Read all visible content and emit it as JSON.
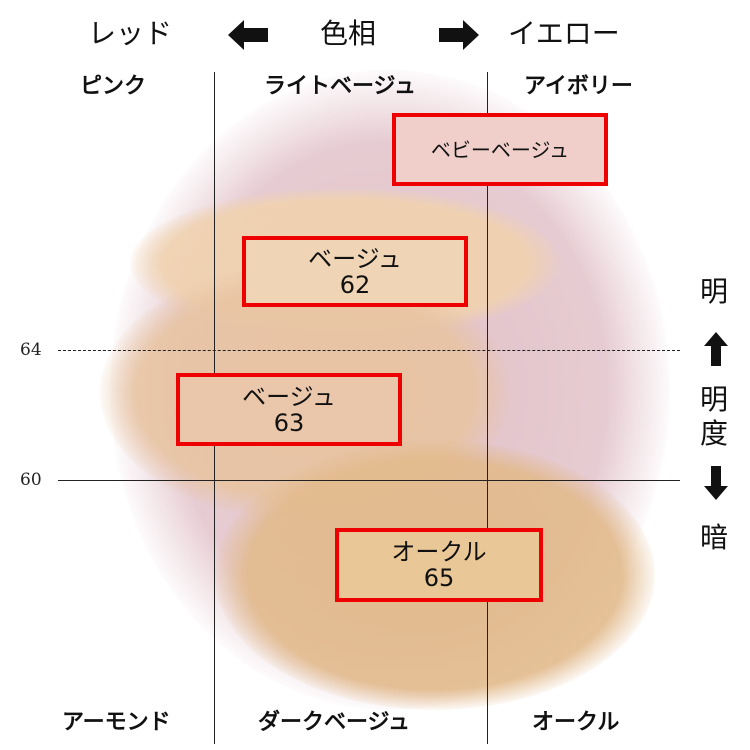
{
  "hue_axis": {
    "left_label": "レッド",
    "center_label": "色相",
    "right_label": "イエロー",
    "left_arrow_icon": "arrow-left",
    "right_arrow_icon": "arrow-right"
  },
  "top_columns": [
    "ピンク",
    "ライトベージュ",
    "アイボリー"
  ],
  "bottom_columns": [
    "アーモンド",
    "ダークベージュ",
    "オークル"
  ],
  "lightness_axis": {
    "top_label": "明",
    "center_label_1": "明",
    "center_label_2": "度",
    "bottom_label": "暗",
    "up_arrow_icon": "arrow-up",
    "down_arrow_icon": "arrow-down",
    "ticks": [
      {
        "value": "64",
        "style": "dashed"
      },
      {
        "value": "60",
        "style": "solid"
      }
    ]
  },
  "shades": [
    {
      "name": "ベビーベージュ",
      "number": "",
      "fill": "#f0cfcb"
    },
    {
      "name": "ベージュ",
      "number": "62",
      "fill": "#efd4b6"
    },
    {
      "name": "ベージュ",
      "number": "63",
      "fill": "#eac7ab"
    },
    {
      "name": "オークル",
      "number": "65",
      "fill": "#e9c796"
    }
  ],
  "colors": {
    "box_border": "#ee0000",
    "pink_region": "#d6aab4",
    "light_beige_region": "#f0d2af",
    "beige_region": "#e8c4a2",
    "ochre_region": "#e2ba8c"
  },
  "chart_data": {
    "type": "scatter",
    "title": "色相 × 明度 shade map",
    "xlabel": "色相 (レッド ← → イエロー)",
    "ylabel": "明度 (明 ↑ ↓ 暗)",
    "x_categories": [
      "ピンク / アーモンド",
      "ライトベージュ / ダークベージュ",
      "アイボリー / オークル"
    ],
    "y_ticks": [
      64,
      60
    ],
    "points": [
      {
        "label": "ベビーベージュ",
        "x_region": "ライトベージュ〜アイボリー",
        "y_region": "above 64 (top)"
      },
      {
        "label": "ベージュ 62",
        "x_region": "ライトベージュ",
        "y_region": "above 64"
      },
      {
        "label": "ベージュ 63",
        "x_region": "ピンク〜ライトベージュ",
        "y_region": "60–64"
      },
      {
        "label": "オークル 65",
        "x_region": "ダークベージュ〜オークル",
        "y_region": "below 60"
      }
    ]
  }
}
